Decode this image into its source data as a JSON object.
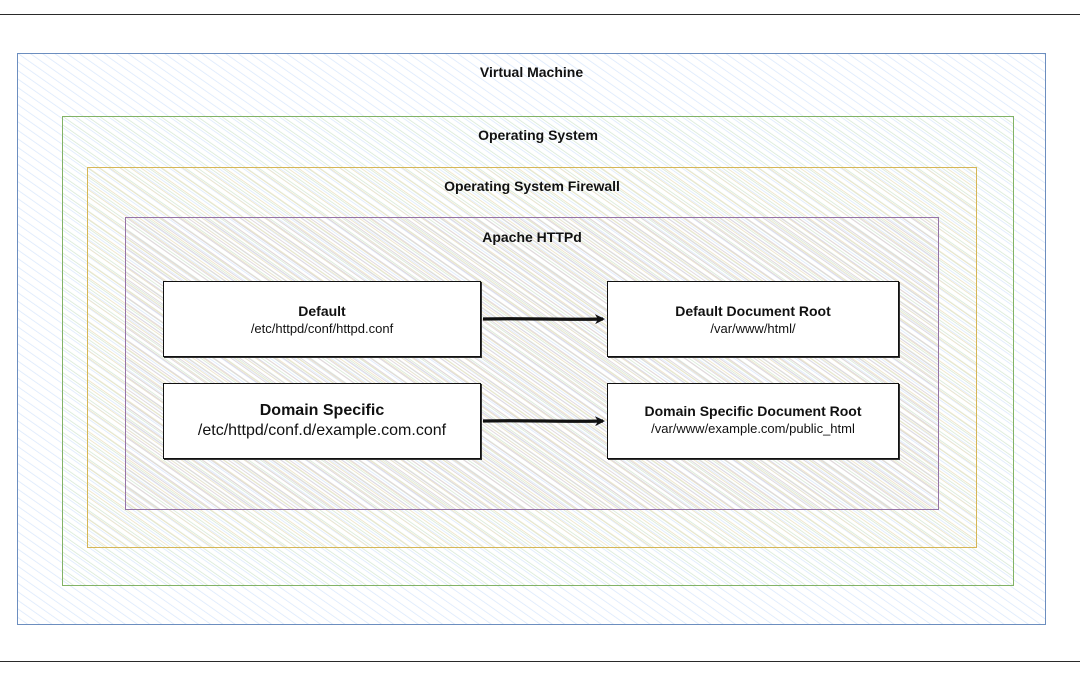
{
  "layers": {
    "virtual_machine": {
      "label": "Virtual Machine",
      "color": "#6c8ebf"
    },
    "operating_system": {
      "label": "Operating System",
      "color": "#82b366"
    },
    "firewall": {
      "label": "Operating System Firewall",
      "color": "#d6b656"
    },
    "apache": {
      "label": "Apache HTTPd",
      "color": "#9673a6"
    }
  },
  "nodes": {
    "default_conf": {
      "title": "Default",
      "subtitle": "/etc/httpd/conf/httpd.conf"
    },
    "default_root": {
      "title": "Default Document Root",
      "subtitle": "/var/www/html/"
    },
    "domain_conf": {
      "title": "Domain Specific",
      "subtitle": "/etc/httpd/conf.d/example.com.conf"
    },
    "domain_root": {
      "title": "Domain Specific Document Root",
      "subtitle": "/var/www/example.com/public_html"
    }
  },
  "edges": [
    {
      "from": "default_conf",
      "to": "default_root"
    },
    {
      "from": "domain_conf",
      "to": "domain_root"
    }
  ]
}
